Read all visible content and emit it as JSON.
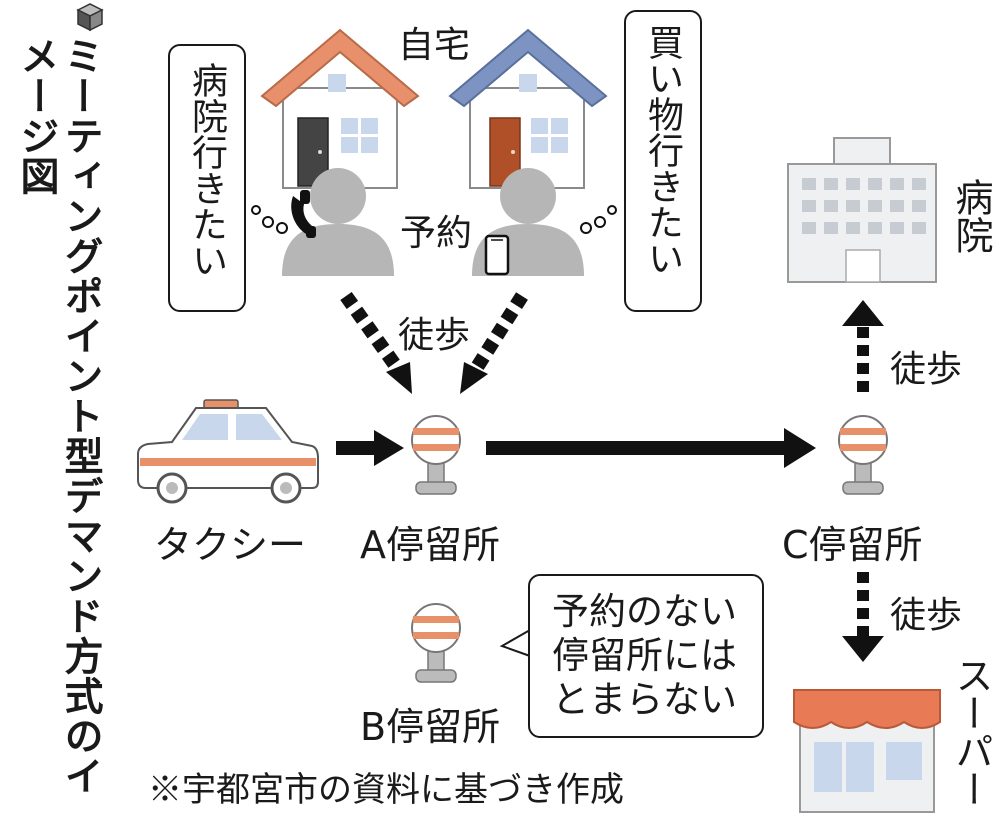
{
  "title": "ミーティングポイント型デマンド方式のイメージ図",
  "labels": {
    "home": "自宅",
    "reserve": "予約",
    "walk_top": "徒歩",
    "walk_right_top": "徒歩",
    "walk_right_bottom": "徒歩",
    "hospital": "病院",
    "supermarket": "スーパー",
    "taxi": "タクシー",
    "stop_a": "A停留所",
    "stop_b": "B停留所",
    "stop_c": "C停留所"
  },
  "bubbles": {
    "want_hospital": "病院行きたい",
    "want_shopping": "買い物行きたい",
    "no_reservation_line1": "予約のない",
    "no_reservation_line2": "停留所には",
    "no_reservation_line3": "とまらない"
  },
  "source_note": "※宇都宮市の資料に基づき作成",
  "colors": {
    "roof_left": "#e7906b",
    "roof_right": "#7d93c2",
    "stop_stripe": "#e8906a",
    "person": "#b6b6b6",
    "building": "#eef0f2",
    "awning": "#e87a55",
    "arrow": "#111111"
  }
}
